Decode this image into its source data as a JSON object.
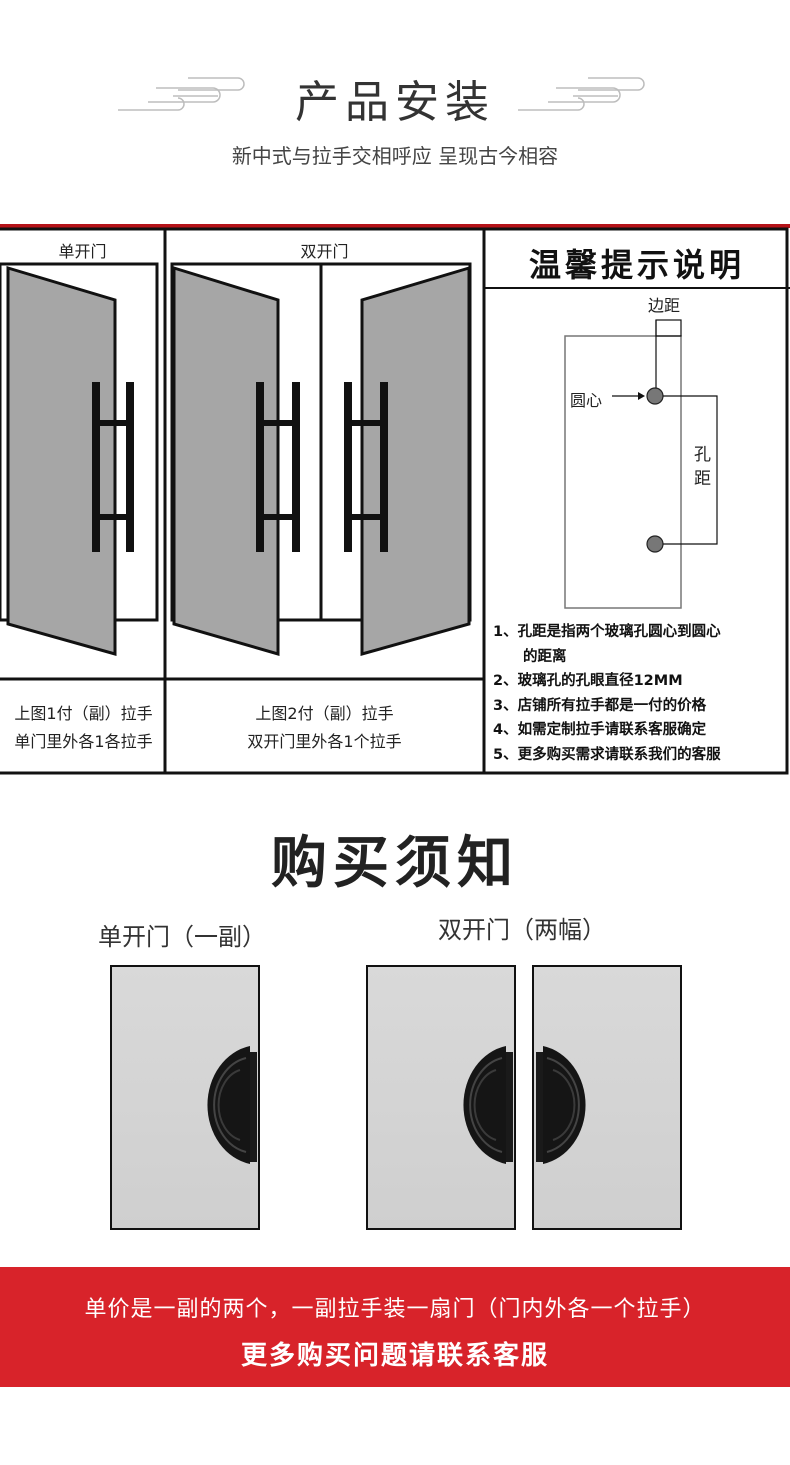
{
  "header": {
    "title": "产品安装",
    "subtitle": "新中式与拉手交相呼应 呈现古今相容"
  },
  "install_panel": {
    "single_door_label": "单开门",
    "double_door_label": "双开门",
    "single_caption_1": "上图1付（副）拉手",
    "single_caption_2": "单门里外各1各拉手",
    "double_caption_1": "上图2付（副）拉手",
    "double_caption_2": "双开门里外各1个拉手",
    "tips_title": "温馨提示说明",
    "diagram_edge_label": "边距",
    "diagram_center_label": "圆心",
    "diagram_hole_distance_1": "孔",
    "diagram_hole_distance_2": "距",
    "notes": [
      "1、孔距是指两个玻璃孔圆心到圆心",
      "    的距离",
      "2、玻璃孔的孔眼直径12MM",
      "3、店铺所有拉手都是一付的价格",
      "4、如需定制拉手请联系客服确定",
      "5、更多购买需求请联系我们的客服"
    ]
  },
  "purchase": {
    "title": "购买须知",
    "single_label": "单开门（一副）",
    "double_label": "双开门（两幅）"
  },
  "banner": {
    "line1": "单价是一副的两个，一副拉手装一扇门（门内外各一个拉手）",
    "line2": "更多购买问题请联系客服"
  },
  "colors": {
    "accent_red": "#d8232a",
    "panel_red_line": "#b51218",
    "door_gray": "#a6a6a6",
    "door_light": "#d5d5d5"
  }
}
